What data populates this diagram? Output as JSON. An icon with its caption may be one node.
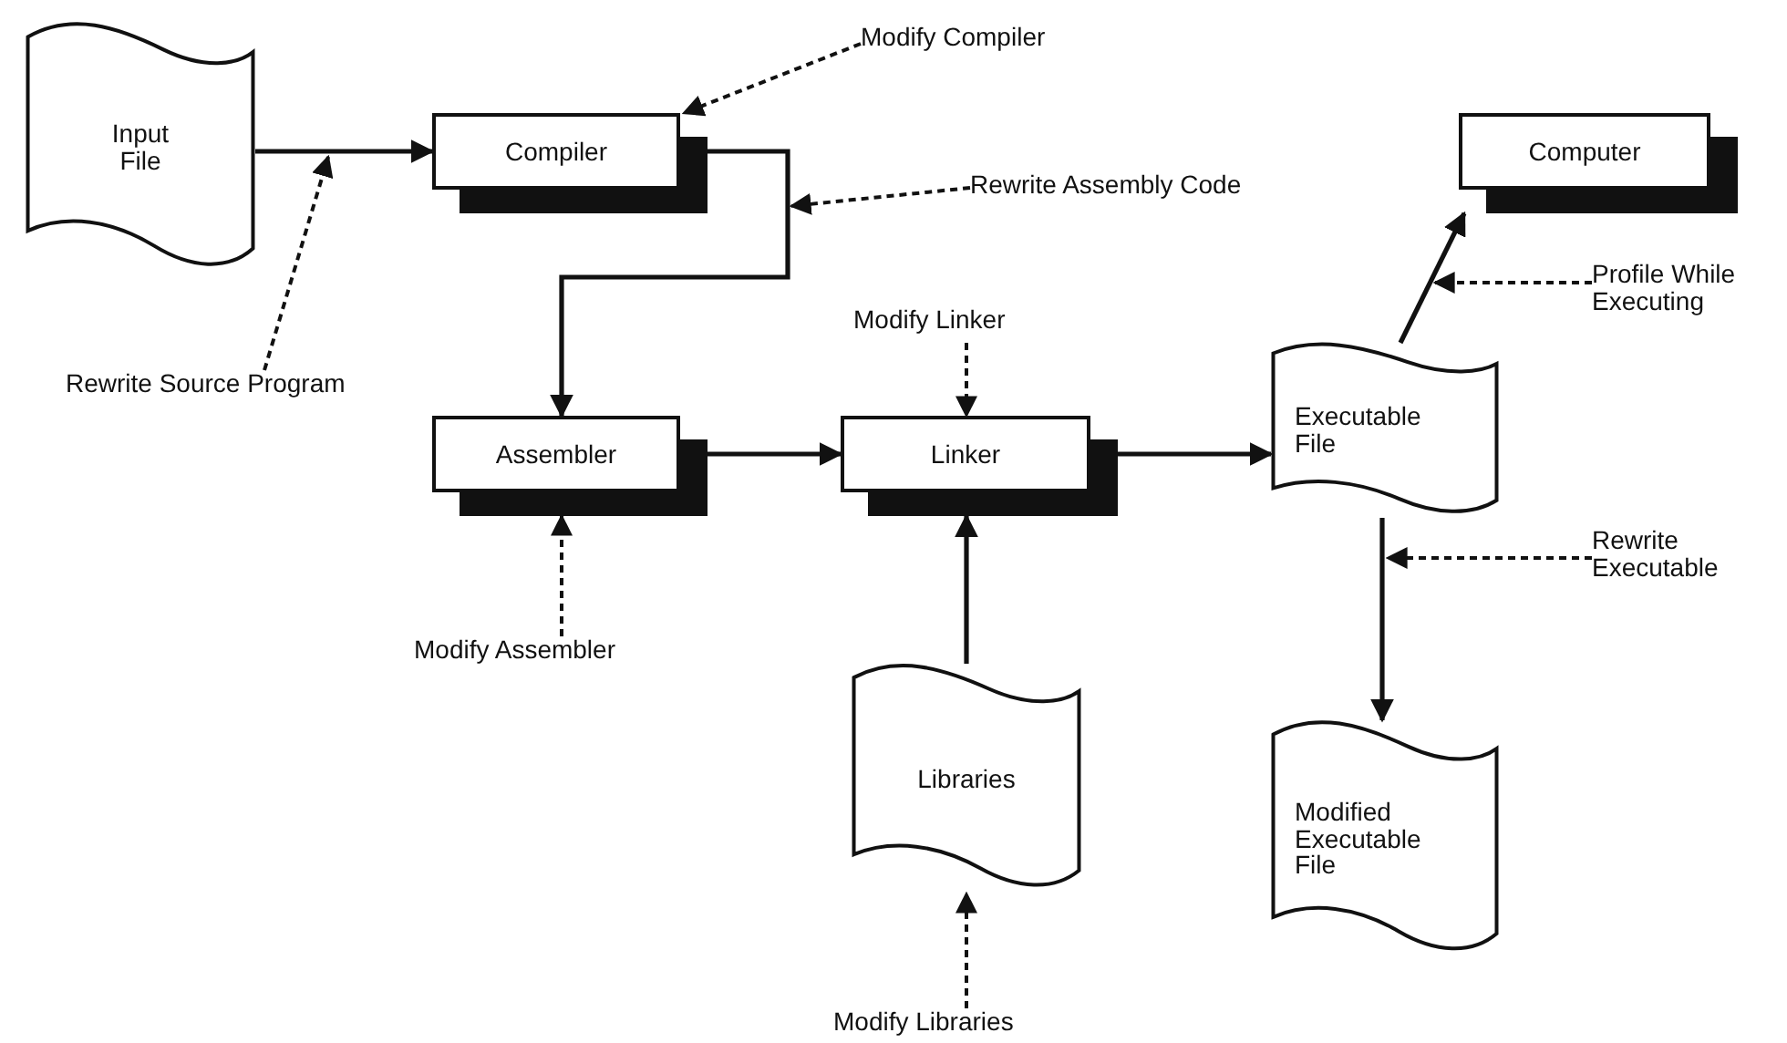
{
  "diagram": {
    "nodes": [
      {
        "text": [
          "Input File"
        ]
      },
      {
        "text": [
          "Compiler"
        ]
      },
      {
        "text": [
          "Assembler"
        ]
      },
      {
        "text": [
          "Linker"
        ]
      },
      {
        "text": [
          "Computer"
        ]
      },
      {
        "text": [
          "Executable File"
        ]
      },
      {
        "text": [
          "Libraries"
        ]
      },
      {
        "text": [
          "Modified Executable File"
        ]
      },
      {
        "text": [
          "Modify Compiler"
        ]
      },
      {
        "text": [
          "Rewrite Assembly Code"
        ]
      },
      {
        "text": [
          "Rewrite Source Program"
        ]
      },
      {
        "text": [
          "Modify Linker"
        ]
      },
      {
        "text": [
          "Profile While Executing"
        ]
      },
      {
        "text": [
          "Modify Assembler"
        ]
      },
      {
        "text": [
          "Rewrite Executable"
        ]
      },
      {
        "text": [
          "Modify Libraries"
        ]
      }
    ],
    "edges": [
      {
        "from": 0,
        "to": 1,
        "arrow": "to"
      },
      {
        "from": 1,
        "to": 2,
        "arrow": "to"
      },
      {
        "from": 2,
        "to": 3,
        "arrow": "to"
      },
      {
        "from": 3,
        "to": 5,
        "arrow": "to"
      },
      {
        "from": 6,
        "to": 3,
        "arrow": "to"
      },
      {
        "from": 5,
        "to": 4,
        "arrow": "to"
      },
      {
        "from": 5,
        "to": 7,
        "arrow": "to"
      },
      {
        "from": 8,
        "to": 1,
        "arrow": "to",
        "style": "dashed"
      },
      {
        "from": 9,
        "to": null,
        "arrow": "to",
        "style": "dashed"
      },
      {
        "from": 10,
        "to": null,
        "arrow": "to",
        "style": "dashed"
      },
      {
        "from": 11,
        "to": 3,
        "arrow": "to",
        "style": "dashed"
      },
      {
        "from": 12,
        "to": null,
        "arrow": "to",
        "style": "dashed"
      },
      {
        "from": 13,
        "to": 2,
        "arrow": "to",
        "style": "dashed"
      },
      {
        "from": 14,
        "to": null,
        "arrow": "to",
        "style": "dashed"
      },
      {
        "from": 15,
        "to": 6,
        "arrow": "to",
        "style": "dashed"
      }
    ]
  }
}
